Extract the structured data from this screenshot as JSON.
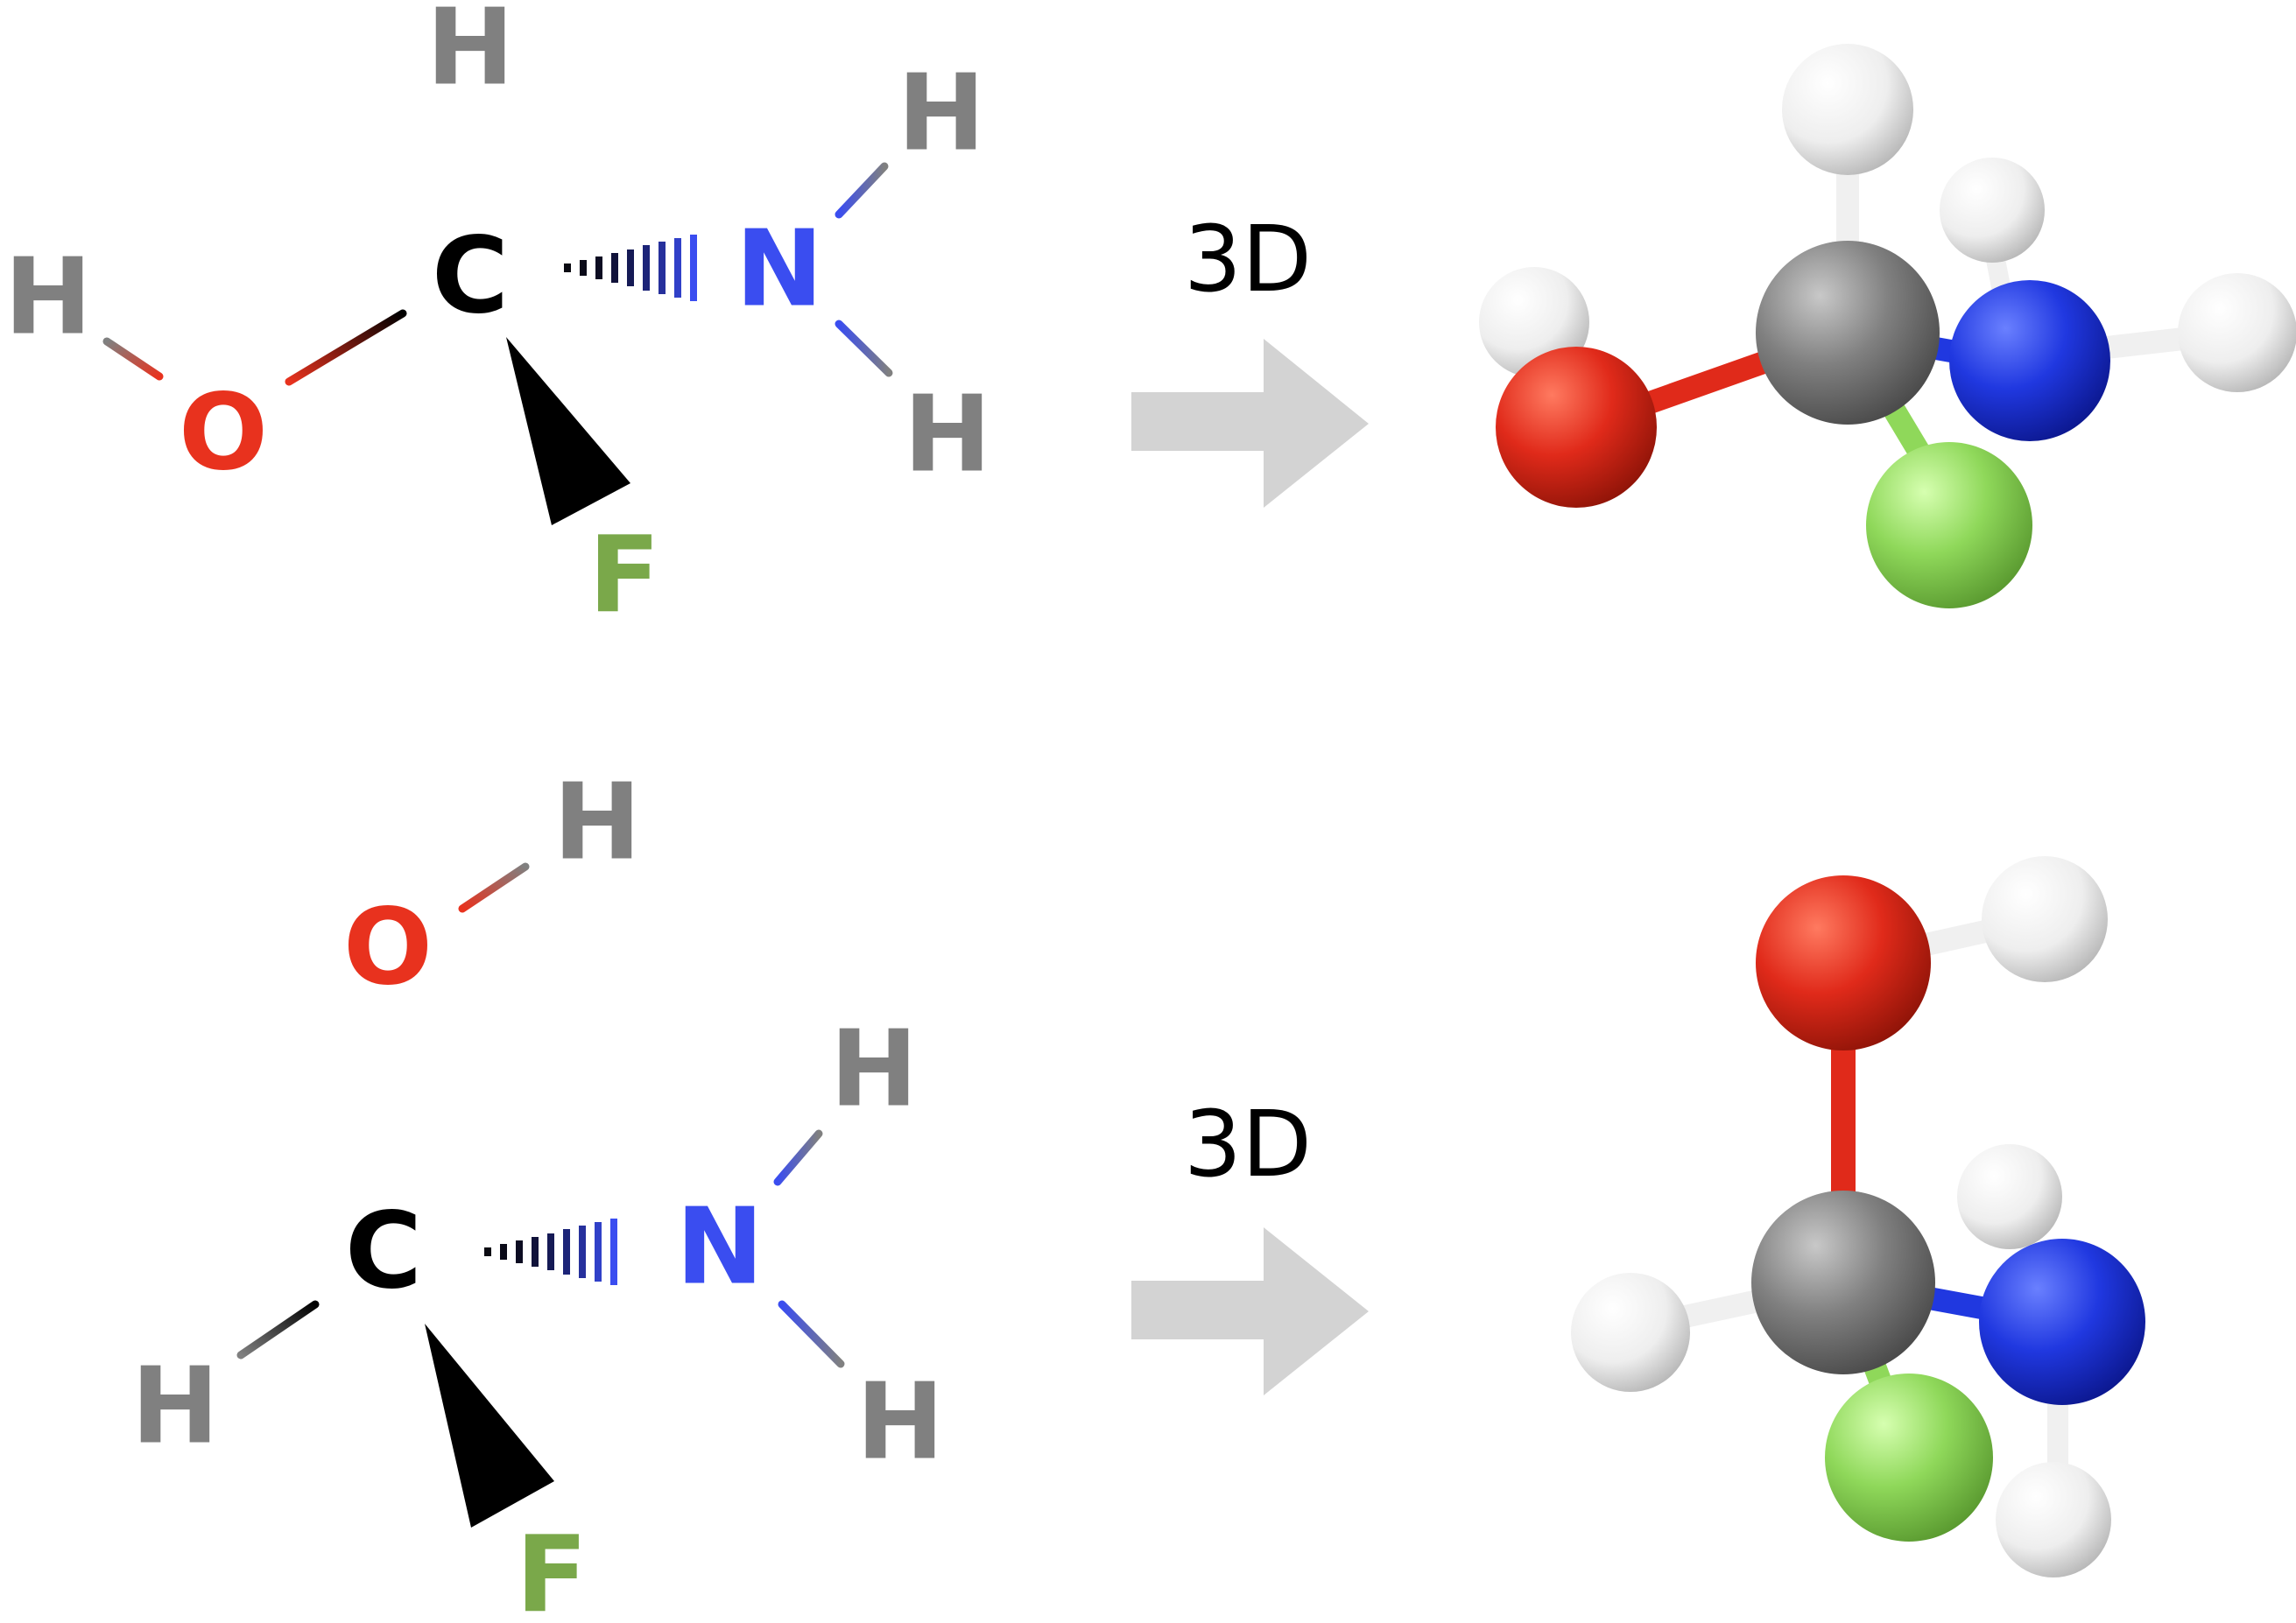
{
  "colors": {
    "C": "#000000",
    "H": "#808080",
    "O": "#e8321e",
    "N": "#3a4df0",
    "F": "#7aa84a",
    "arrow": "#d3d3d3",
    "label": "#000000",
    "C3d": "#7a7a7a",
    "H3d": "#f0f0f0",
    "O3d": "#e02a1a",
    "N3d": "#2038e0",
    "F3d": "#8fd85a"
  },
  "labels": {
    "C": "C",
    "H": "H",
    "O": "O",
    "N": "N",
    "F": "F",
    "arrow1": "3D",
    "arrow2": "3D"
  }
}
